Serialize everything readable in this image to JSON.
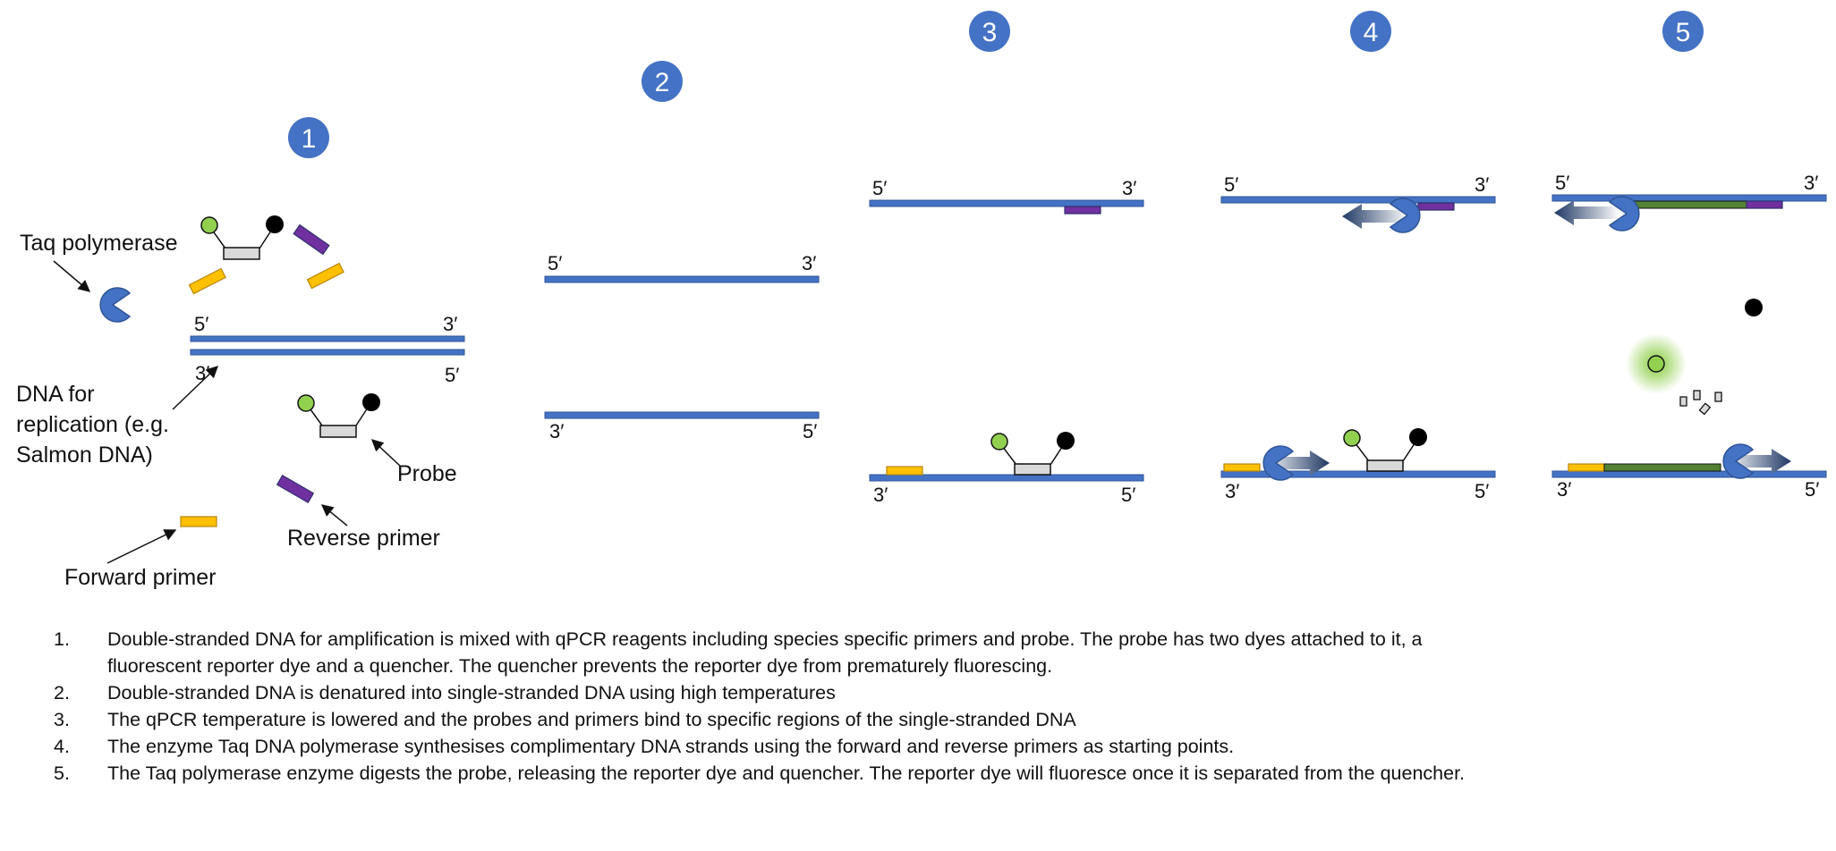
{
  "colors": {
    "dna": "#4472C4",
    "dna_outline": "#2F5597",
    "forward_primer": "#FFC000",
    "reverse_primer": "#7030A0",
    "reporter_dye": "#92D050",
    "quencher": "#000000",
    "probe_body": "#D9D9D9",
    "new_strand": "#548235",
    "arrow_dark": "#1F3864"
  },
  "steps": [
    {
      "number": "1"
    },
    {
      "number": "2"
    },
    {
      "number": "3"
    },
    {
      "number": "4"
    },
    {
      "number": "5"
    }
  ],
  "labels": {
    "taq_polymerase": "Taq polymerase",
    "dna_line1": "DNA for",
    "dna_line2": "replication (e.g.",
    "dna_line3": "Salmon DNA)",
    "probe": "Probe",
    "reverse_primer": "Reverse primer",
    "forward_primer": "Forward primer"
  },
  "ends": {
    "five": "5′",
    "three": "3′"
  },
  "notes": [
    {
      "number": "1.",
      "text": "Double-stranded DNA for amplification is mixed with qPCR reagents including species specific primers and probe. The probe has two dyes attached to it, a fluorescent reporter dye and a quencher. The quencher prevents the reporter dye from prematurely fluorescing."
    },
    {
      "number": "2.",
      "text": "Double-stranded DNA is denatured into single-stranded DNA using high temperatures"
    },
    {
      "number": "3.",
      "text": "The qPCR temperature is lowered and the probes and primers bind to specific regions of the single-stranded DNA"
    },
    {
      "number": "4.",
      "text": "The enzyme Taq DNA polymerase synthesises complimentary DNA strands using the forward and reverse primers as starting points."
    },
    {
      "number": "5.",
      "text": "The Taq polymerase enzyme digests the probe, releasing the reporter dye and quencher. The reporter dye will fluoresce once it is separated from the quencher."
    }
  ]
}
